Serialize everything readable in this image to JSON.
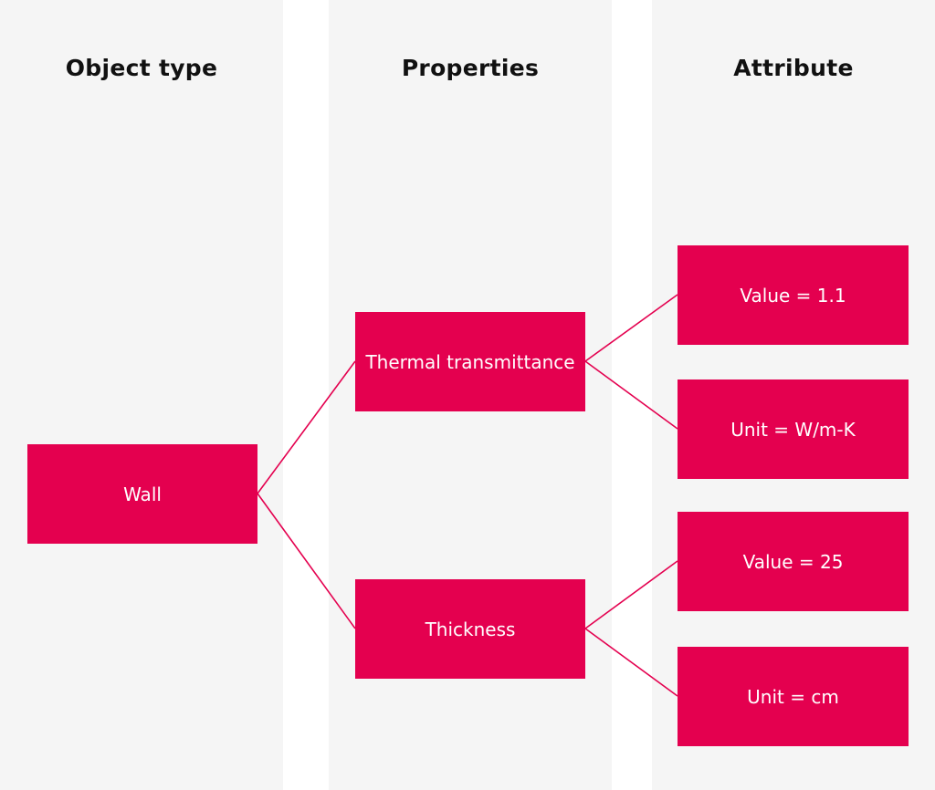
{
  "colors": {
    "node_fill": "#e4004f",
    "connector": "#e4004f",
    "column_bg": "#f5f5f5",
    "heading_text": "#111111"
  },
  "columns": {
    "object_type": "Object type",
    "properties": "Properties",
    "attribute": "Attribute"
  },
  "nodes": {
    "wall": "Wall",
    "thermal": "Thermal transmittance",
    "thickness": "Thickness",
    "thermal_value": "Value = 1.1",
    "thermal_unit": "Unit = W/m-K",
    "thickness_value": "Value = 25",
    "thickness_unit": "Unit = cm"
  }
}
